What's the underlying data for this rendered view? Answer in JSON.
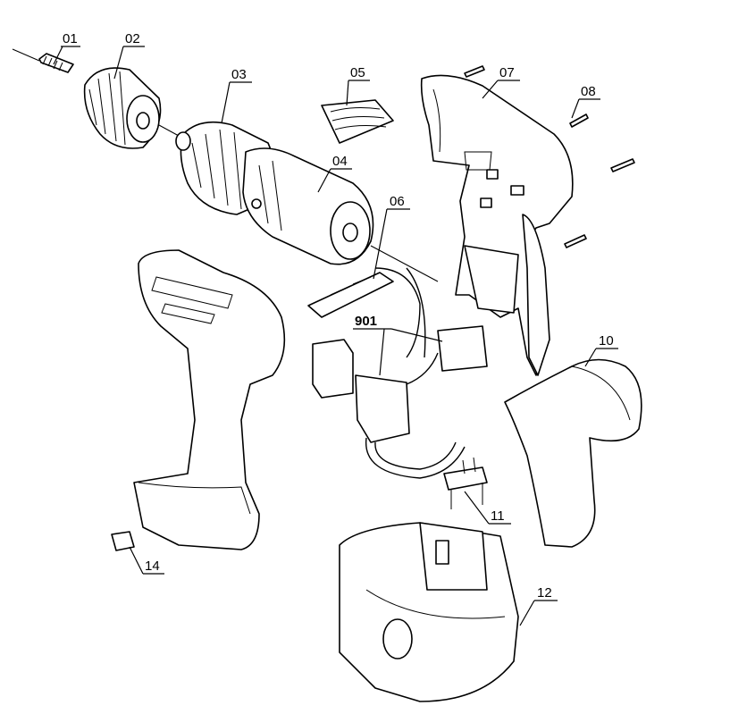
{
  "diagram": {
    "labels": {
      "p01": "01",
      "p02": "02",
      "p03": "03",
      "p04": "04",
      "p05": "05",
      "p06": "06",
      "p07": "07",
      "p08": "08",
      "p901": "901",
      "p10": "10",
      "p11": "11",
      "p12": "12",
      "p14": "14"
    }
  }
}
